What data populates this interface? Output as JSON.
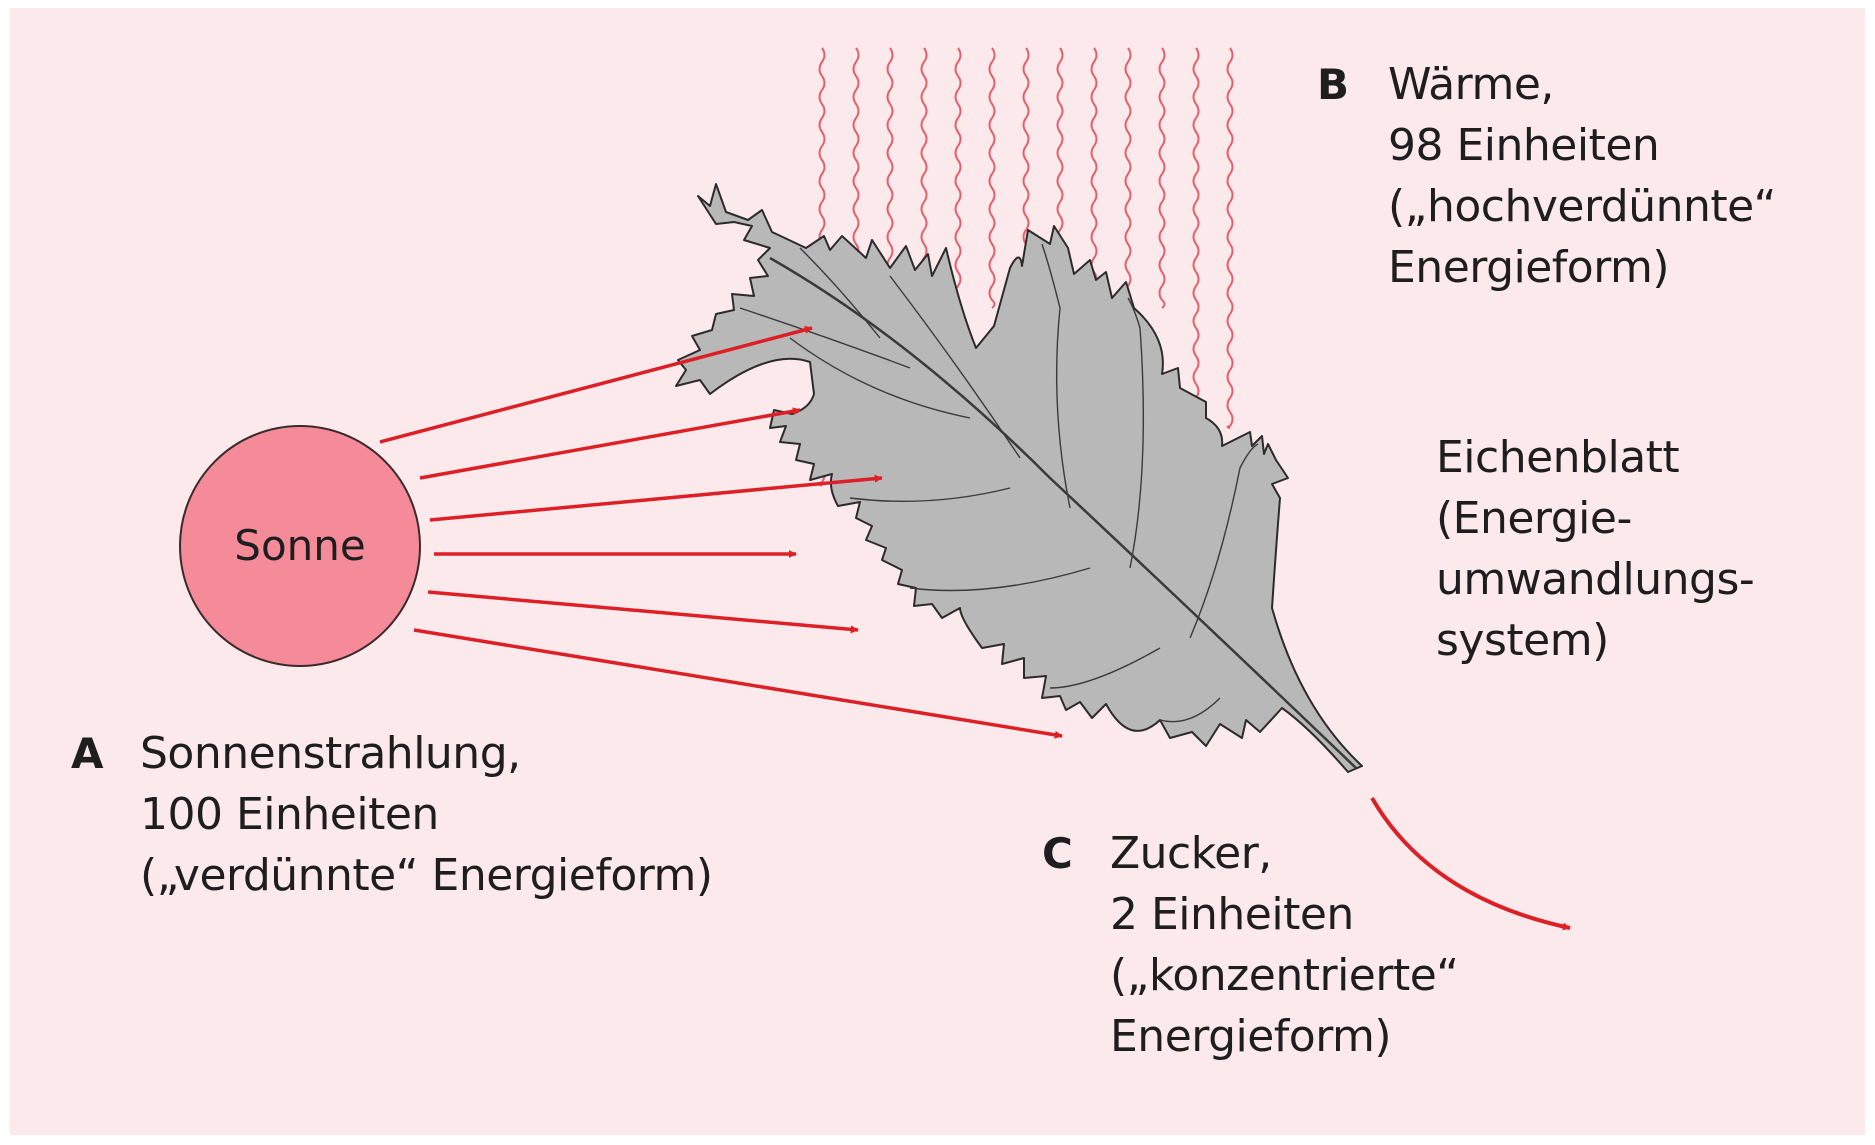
{
  "colors": {
    "background": "#fbe9ec",
    "sun_fill": "#f58a98",
    "arrow": "#dd1f26",
    "heat_wave": "#e4606c",
    "leaf_fill": "#b8b8b9",
    "leaf_stroke": "#2b2b2b"
  },
  "sun": {
    "label": "Sonne"
  },
  "label_a": {
    "letter": "A",
    "lines": [
      "Sonnenstrahlung,",
      "100 Einheiten",
      "(„verdünnte“ Energieform)"
    ]
  },
  "label_b": {
    "letter": "B",
    "lines": [
      "Wärme,",
      "98 Einheiten",
      "(„hochverdünnte“",
      "Energieform)"
    ]
  },
  "label_leaf": {
    "lines": [
      "Eichenblatt",
      "(Energie-",
      "umwandlungs-",
      "system)"
    ]
  },
  "label_c": {
    "letter": "C",
    "lines": [
      "Zucker,",
      "2 Einheiten",
      "(„konzentrierte“",
      "Energieform)"
    ]
  }
}
